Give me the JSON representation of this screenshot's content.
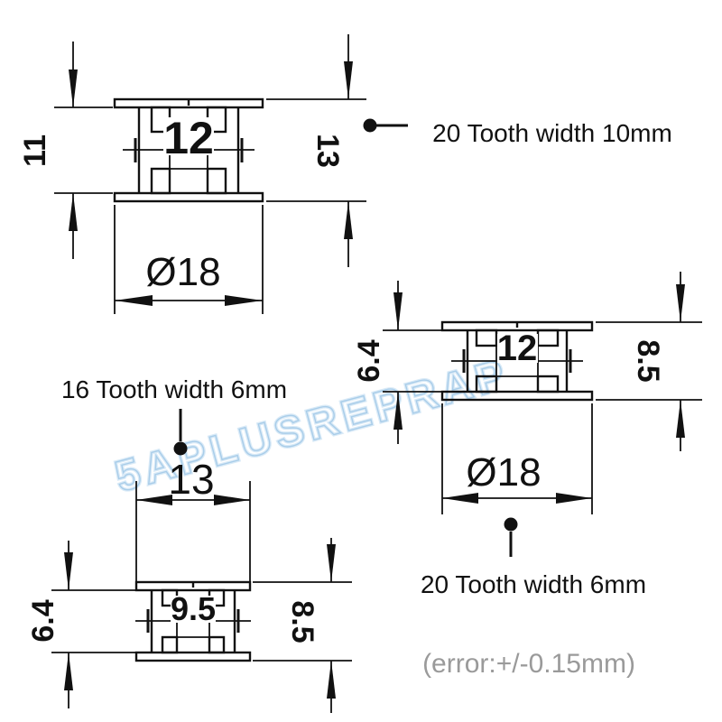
{
  "watermark_text": "5APLUSREPRAP",
  "tolerance_note": "(error:+/-0.15mm)",
  "colors": {
    "line": "#111111",
    "label_text": "#111111",
    "note_text": "#9a9a9a",
    "watermark_stroke": "#a9cde9",
    "background": "#ffffff"
  },
  "drawings": [
    {
      "name": "pulley-20-tooth-10mm",
      "label": "20 Tooth width 10mm",
      "dims": {
        "inner_width": "11",
        "tooth_od": "12",
        "overall_width": "13",
        "flange_od": "Ø18"
      }
    },
    {
      "name": "pulley-20-tooth-6mm",
      "label": "20 Tooth width 6mm",
      "dims": {
        "inner_width": "6.4",
        "tooth_od": "12",
        "overall_width": "8.5",
        "flange_od": "Ø18"
      }
    },
    {
      "name": "pulley-16-tooth-6mm",
      "label": "16 Tooth width 6mm",
      "dims": {
        "inner_width": "6.4",
        "tooth_od": "9.5",
        "overall_width": "8.5",
        "flange_od": "13"
      }
    }
  ]
}
